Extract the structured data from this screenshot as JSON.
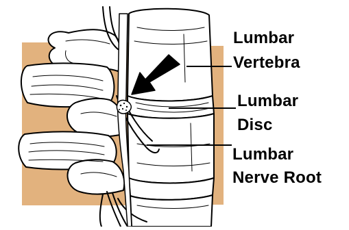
{
  "labels": {
    "vertebra": {
      "line1": "Lumbar",
      "line2": "Vertebra"
    },
    "disc": {
      "line1": "Lumbar",
      "line2": "Disc"
    },
    "nerve_root": {
      "line1": "Lumbar",
      "line2": "Nerve Root"
    }
  },
  "colors": {
    "tan": "#E2B27E",
    "ink": "#000000",
    "paper": "#FFFFFF"
  }
}
